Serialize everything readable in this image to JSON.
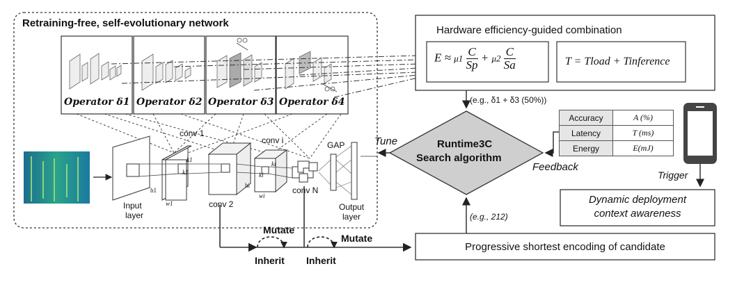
{
  "labels": {
    "network_title": "Retraining-free, self-evolutionary network",
    "hw_title": "Hardware efficiency-guided combination",
    "example_combo": "(e.g., δ1 + δ3 (50%))",
    "runtime_title_1": "Runtime3C",
    "runtime_title_2": "Search algorithm",
    "tune": "Tune",
    "feedback": "Feedback",
    "trigger": "Trigger",
    "dynamic_1": "Dynamic deployment",
    "dynamic_2": "context awareness",
    "encoding": "Progressive shortest encoding of candidate",
    "example_code": "(e.g., 212)",
    "mutate_1": "Mutate",
    "mutate_2": "Mutate",
    "inherit_1": "Inherit",
    "inherit_2": "Inherit"
  },
  "operators": [
    {
      "label": "Operator δ1"
    },
    {
      "label": "Operator δ2"
    },
    {
      "label": "Operator δ3"
    },
    {
      "label": "Operator δ4"
    }
  ],
  "network": {
    "input_layer_1": "Input",
    "input_layer_2": "layer",
    "conv1": "conv 1",
    "conv2": "conv 2",
    "convi": "conv i",
    "convN": "conv N",
    "gap": "GAP",
    "output_1": "Output",
    "output_2": "layer",
    "h1": "h1",
    "w1": "w1",
    "hi": "hi",
    "wi": "wi",
    "k1a": "k1",
    "k1b": "k1",
    "kia": "ki",
    "kib": "ki"
  },
  "formulas": {
    "e_lhs": "E ≈ ",
    "mu1": "μ1",
    "mu2": "μ2",
    "c": "C",
    "sp": "Sp",
    "sa": "Sa",
    "plus": " + ",
    "t_formula": "T = Tload + Tinference"
  },
  "table": {
    "rows": [
      {
        "metric": "Accuracy",
        "unit": "A (%)"
      },
      {
        "metric": "Latency",
        "unit": "T (ms)"
      },
      {
        "metric": "Energy",
        "unit": "E(mJ)"
      }
    ]
  }
}
